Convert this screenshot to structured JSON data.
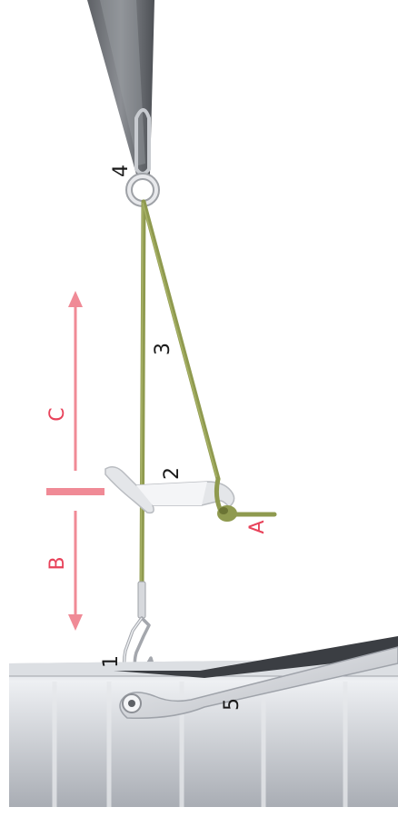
{
  "colors": {
    "rope": "#8f9a4f",
    "rope_dark": "#6b7434",
    "metal": "#d4d6da",
    "metal_dark": "#8d9096",
    "measure_red": "#f08a96",
    "label_red": "#e8425a",
    "label_black": "#1a1a1a"
  },
  "labels": {
    "hook": "1",
    "slider": "2",
    "loop_line": "3",
    "ring": "4",
    "clip": "5",
    "knot": "A",
    "length_b": "B",
    "length_c": "C"
  }
}
